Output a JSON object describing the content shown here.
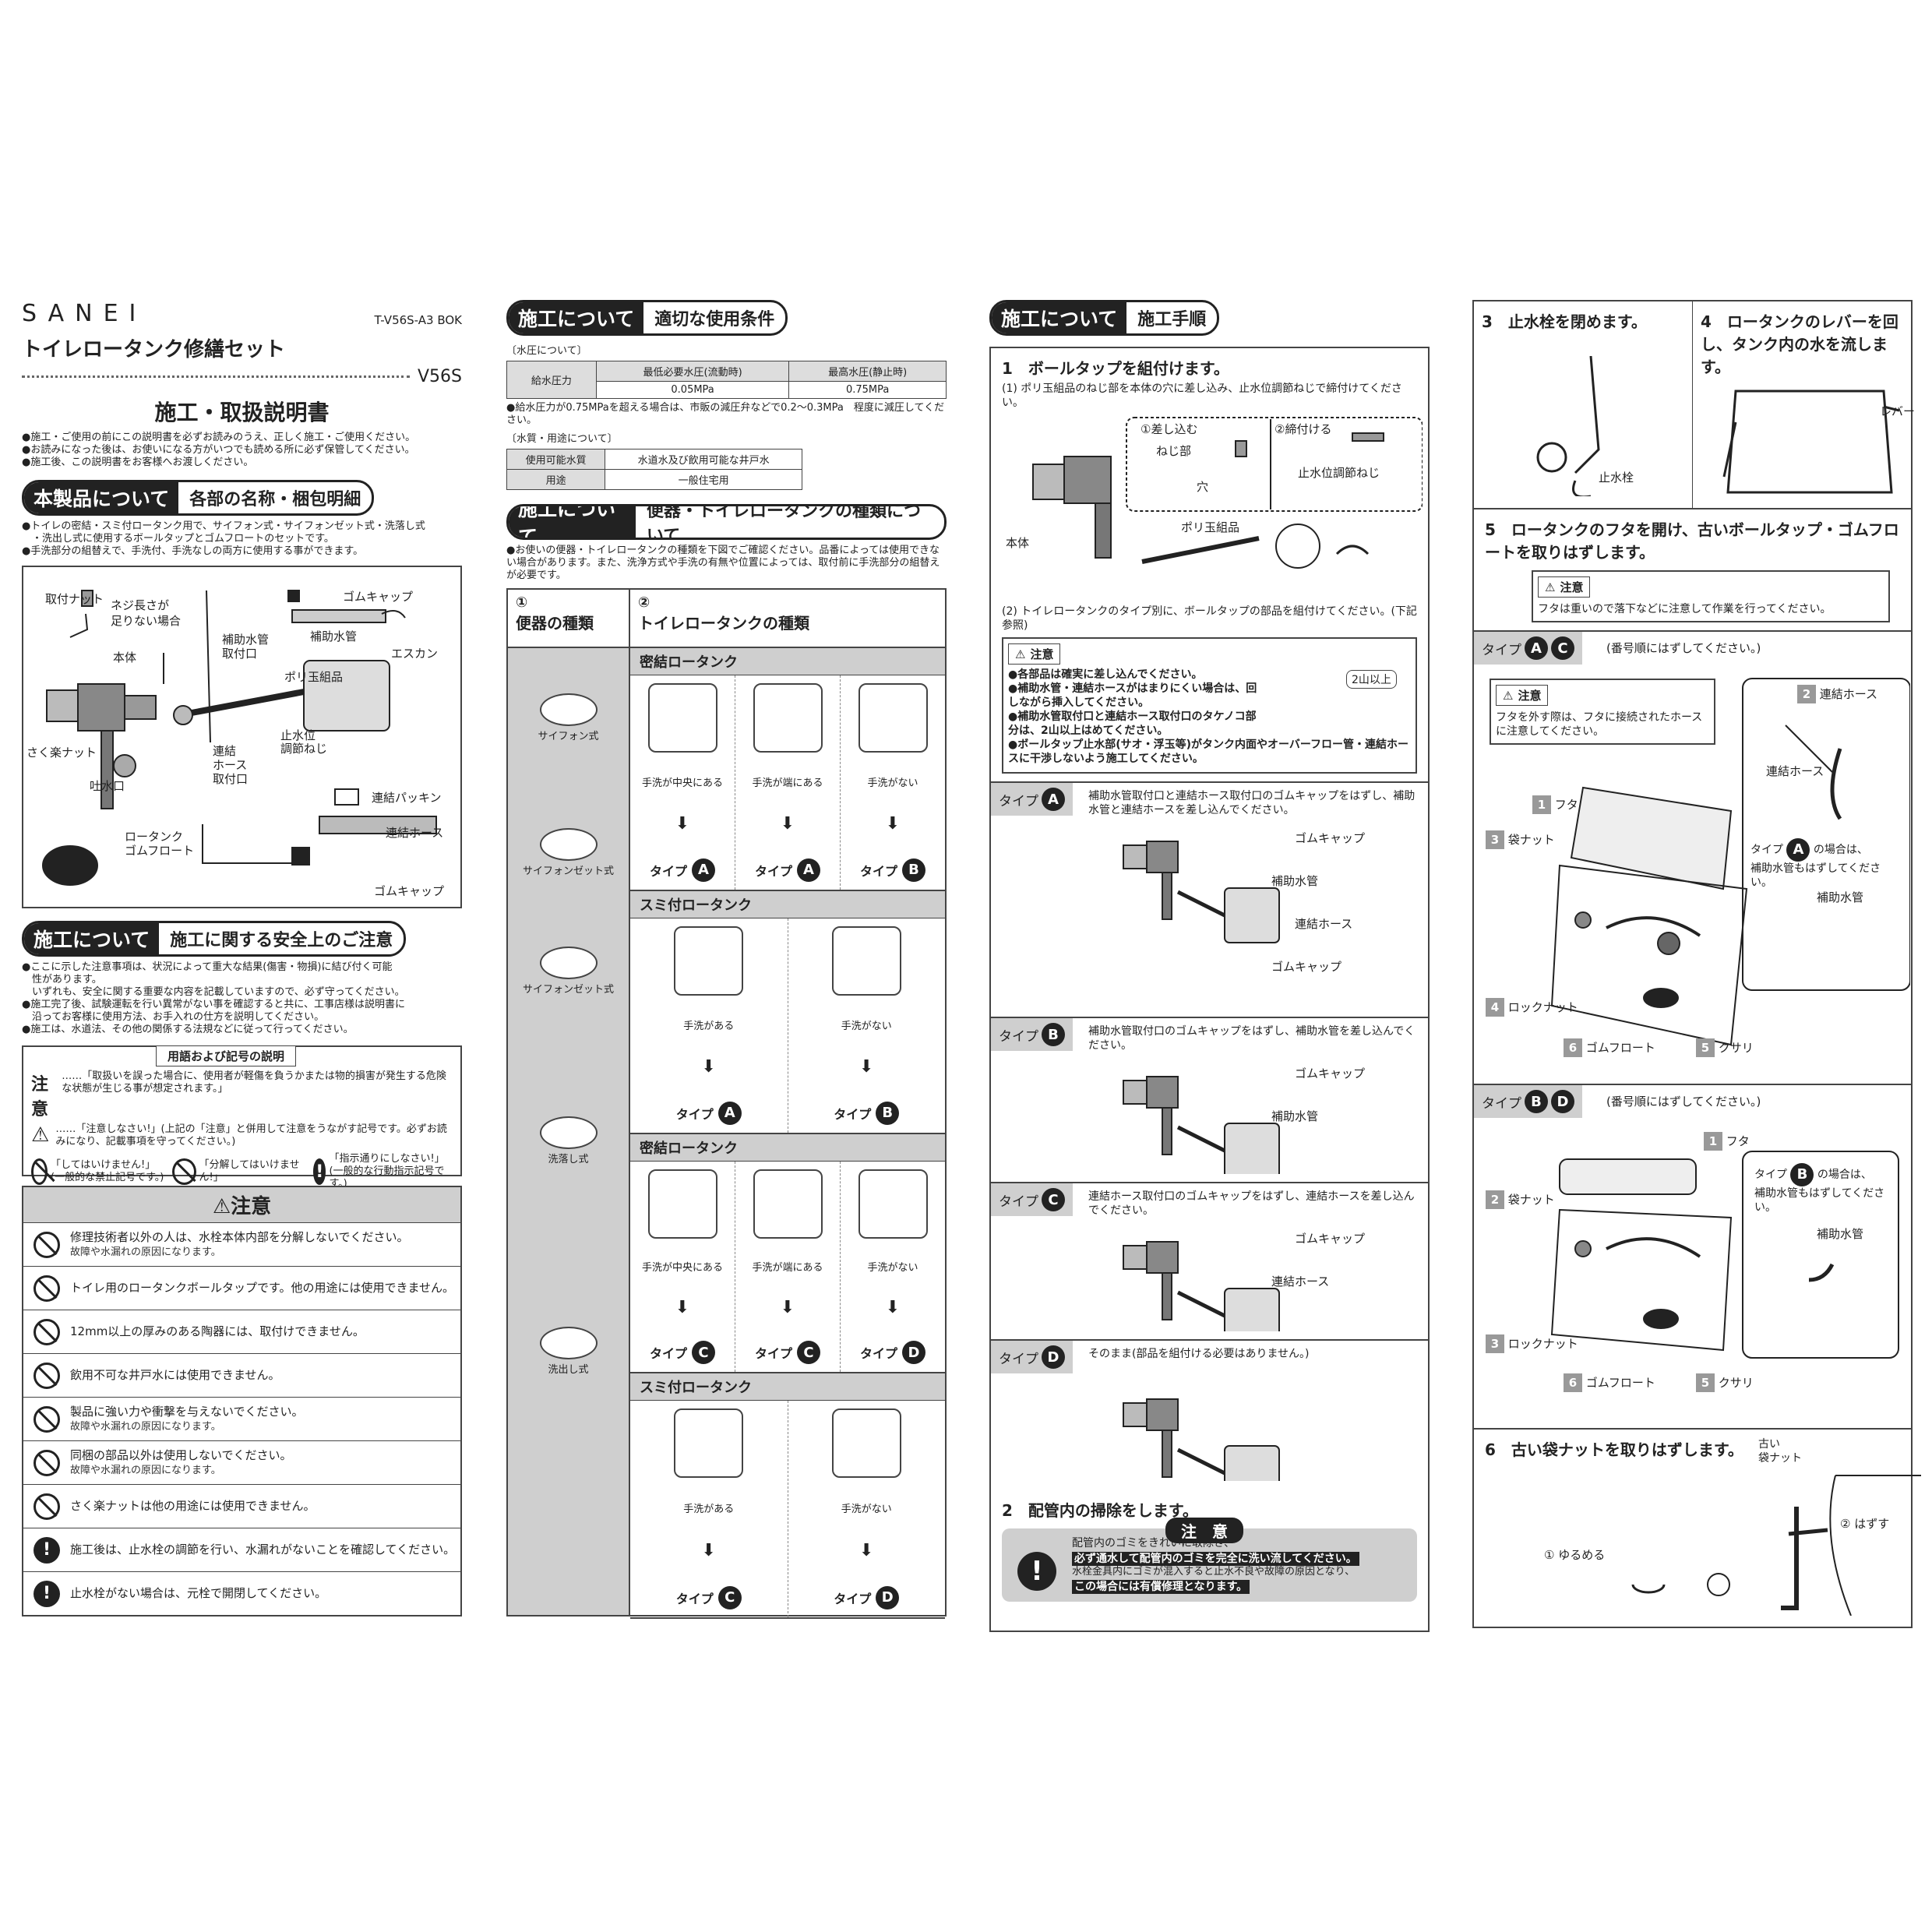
{
  "header": {
    "brand": "SANEI",
    "code": "T-V56S-A3 BOK",
    "product": "トイレロータンク修繕セット",
    "model": "V56S",
    "doc_title": "施工・取扱説明書",
    "notes": [
      "●施工・ご使用の前にこの説明書を必ずお読みのうえ、正しく施工・ご使用ください。",
      "●お読みになった後は、お使いになる方がいつでも読める所に必ず保管してください。",
      "●施工後、この説明書をお客様へお渡しください。"
    ]
  },
  "product_section": {
    "pill_a": "本製品について",
    "pill_b": "各部の名称・梱包明細",
    "desc": [
      "●トイレの密結・スミ付ロータンク用で、サイフォン式・サイフォンゼット式・洗落し式",
      "　・洗出し式に使用するボールタップとゴムフロートのセットです。",
      "●手洗部分の組替えで、手洗付、手洗なしの両方に使用する事ができます。"
    ],
    "parts": {
      "nut": "取付ナット",
      "nut_note1": "ネジ長さが",
      "nut_note2": "足りない場合",
      "body": "本体",
      "sakuraku": "さく楽ナット",
      "outlet": "吐水口",
      "cap1": "ゴムキャップ",
      "hojo": "補助水管",
      "hojo_port1": "補助水管",
      "hojo_port2": "取付口",
      "escan": "エスカン",
      "poly": "ポリ玉組品",
      "adjust1": "止水位",
      "adjust2": "調節ねじ",
      "renketsu_port1": "連結",
      "renketsu_port2": "ホース",
      "renketsu_port3": "取付口",
      "packing": "連結パッキン",
      "hose": "連結ホース",
      "cap2": "ゴムキャップ",
      "float1": "ロータンク",
      "float2": "ゴムフロート"
    }
  },
  "safety_section": {
    "pill_a": "施工について",
    "pill_b": "施工に関する安全上のご注意",
    "desc": [
      "●ここに示した注意事項は、状況によって重大な結果(傷害・物損)に結び付く可能",
      "　性があります。",
      "　いずれも、安全に関する重要な内容を記載していますので、必ず守ってください。",
      "●施工完了後、試験運転を行い異常がない事を確認すると共に、工事店様は説明書に",
      "　沿ってお客様に使用方法、お手入れの仕方を説明してください。",
      "●施工は、水道法、その他の関係する法規などに従って行ってください。"
    ],
    "terms_title": "用語および記号の説明",
    "terms_caution": "注意",
    "terms_caution_desc": "……「取扱いを誤った場合に、使用者が軽傷を負うかまたは物的損害が発生する危険な状態が生じる事が想定されます。」",
    "terms_warn_desc": "……「注意しなさい!」(上記の「注意」と併用して注意をうながす記号です。必ずお読みになり、記載事項を守ってください。)",
    "sym1": "「してはいけません!」(一般的な禁止記号です。)",
    "sym2": "「分解してはいけません!」",
    "sym3": "「指示通りにしなさい!」(一般的な行動指示記号です。)",
    "caution_title": "⚠注意",
    "items": [
      {
        "t": "修理技術者以外の人は、水栓本体内部を分解しないでください。",
        "s": "故障や水漏れの原因になります。",
        "type": "no"
      },
      {
        "t": "トイレ用のロータンクボールタップです。他の用途には使用できません。",
        "s": "",
        "type": "no"
      },
      {
        "t": "12mm以上の厚みのある陶器には、取付けできません。",
        "s": "",
        "type": "no"
      },
      {
        "t": "飲用不可な井戸水には使用できません。",
        "s": "",
        "type": "no"
      },
      {
        "t": "製品に強い力や衝撃を与えないでください。",
        "s": "故障や水漏れの原因になります。",
        "type": "no"
      },
      {
        "t": "同梱の部品以外は使用しないでください。",
        "s": "故障や水漏れの原因になります。",
        "type": "no"
      },
      {
        "t": "さく楽ナットは他の用途には使用できません。",
        "s": "",
        "type": "no"
      },
      {
        "t": "施工後は、止水栓の調節を行い、水漏れがないことを確認してください。",
        "s": "",
        "type": "must"
      },
      {
        "t": "止水栓がない場合は、元栓で開閉してください。",
        "s": "",
        "type": "must"
      }
    ]
  },
  "conditions": {
    "pill_a": "施工について",
    "pill_b": "適切な使用条件",
    "pressure_label": "〔水圧について〕",
    "pressure_row": "給水圧力",
    "min_head": "最低必要水圧(流動時)",
    "max_head": "最高水圧(静止時)",
    "min_val": "0.05MPa",
    "max_val": "0.75MPa",
    "pressure_note": "●給水圧力が0.75MPaを超える場合は、市販の減圧弁などで0.2～0.3MPa　程度に減圧してください。",
    "quality_label": "〔水質・用途について〕",
    "q1": "使用可能水質",
    "q1v": "水道水及び飲用可能な井戸水",
    "q2": "用途",
    "q2v": "一般住宅用"
  },
  "types": {
    "pill_a": "施工について",
    "pill_b": "便器・トイレロータンクの種類について",
    "desc": "●お使いの便器・トイレロータンクの種類を下図でご確認ください。品番によっては使用できない場合があります。また、洗浄方式や手洗の有無や位置によっては、取付前に手洗部分の組替えが必要です。",
    "col1_num": "①",
    "col1": "便器の種類",
    "col2_num": "②",
    "col2": "トイレロータンクの種類",
    "mitsuketsu": "密結ロータンク",
    "sumitsuki": "スミ付ロータンク",
    "toilets": [
      "サイフォン式",
      "サイフォンゼット式",
      "サイフォンゼット式",
      "洗落し式",
      "洗出し式"
    ],
    "center": "手洗が中央にある",
    "edge": "手洗が端にある",
    "none": "手洗がない",
    "has": "手洗がある",
    "type_word": "タイプ",
    "row1": [
      "A",
      "A",
      "B"
    ],
    "row2": [
      "A",
      "B"
    ],
    "row3": [
      "C",
      "C",
      "D"
    ],
    "row4": [
      "C",
      "D"
    ]
  },
  "procedure": {
    "pill_a": "施工について",
    "pill_b": "施工手順",
    "step1": "1　ボールタップを組付けます。",
    "step1_1": "(1) ポリ玉組品のねじ部を本体の穴に差し込み、止水位調節ねじで締付けてください。",
    "insert": "①差し込む",
    "tighten": "②締付ける",
    "screw": "ねじ部",
    "hole": "穴",
    "adjust": "止水位調節ねじ",
    "body": "本体",
    "poly": "ポリ玉組品",
    "step1_2": "(2) トイレロータンクのタイプ別に、ボールタップの部品を組付けてください。(下記参照)",
    "caution_word": "注意",
    "caution_items": [
      "●各部品は確実に差し込んでください。",
      "●補助水管・連結ホースがはまりにくい場合は、回しながら挿入してください。",
      "●補助水管取付口と連結ホース取付口のタケノコ部分は、2山以上はめてください。",
      "●ボールタップ止水部(サオ・浮玉等)がタンク内面やオーバーフロー管・連結ホースに干渉しないよう施工してください。"
    ],
    "two_threads": "2山以上",
    "typeA": "補助水管取付口と連結ホース取付口のゴムキャップをはずし、補助水管と連結ホースを差し込んでください。",
    "typeB": "補助水管取付口のゴムキャップをはずし、補助水管を差し込んでください。",
    "typeC": "連結ホース取付口のゴムキャップをはずし、連結ホースを差し込んでください。",
    "typeD": "そのまま(部品を組付ける必要はありません。)",
    "cap": "ゴムキャップ",
    "hojo": "補助水管",
    "hose": "連結ホース",
    "step2": "2　配管内の掃除をします。",
    "warn_title": "注　意",
    "warn_l1": "配管内のゴミをきれいに取除き、",
    "warn_l2": "必ず通水して配管内のゴミを完全に洗い流してください。",
    "warn_l3": "水栓金具内にゴミが混入すると止水不良や故障の原因となり、",
    "warn_l4": "この場合には有償修理となります。"
  },
  "col4": {
    "step3": "3　止水栓を閉めます。",
    "stopcock": "止水栓",
    "step4": "4　ロータンクのレバーを回し、タンク内の水を流します。",
    "lever": "レバー",
    "step5": "5　ロータンクのフタを開け、古いボールタップ・ゴムフロートを取りはずします。",
    "caution_word": "注意",
    "lid_note": "フタは重いので落下などに注意して作業を行ってください。",
    "type_word": "タイプ",
    "order_note": "(番号順にはずしてください。)",
    "lid_hose_note": "フタを外す際は、フタに接続されたホースに注意してください。",
    "renketsu": "連結ホース",
    "lid": "フタ",
    "bagnut": "袋ナット",
    "locknut": "ロックナット",
    "float": "ゴムフロート",
    "chain": "クサリ",
    "typeA_note1": "の場合は、",
    "typeA_note2": "補助水管もはずしてください。",
    "hojo": "補助水管",
    "step6": "6　古い袋ナットを取りはずします。",
    "old_nut1": "古い",
    "old_nut2": "袋ナット",
    "loosen": "① ゆるめる",
    "remove": "② はずす"
  }
}
